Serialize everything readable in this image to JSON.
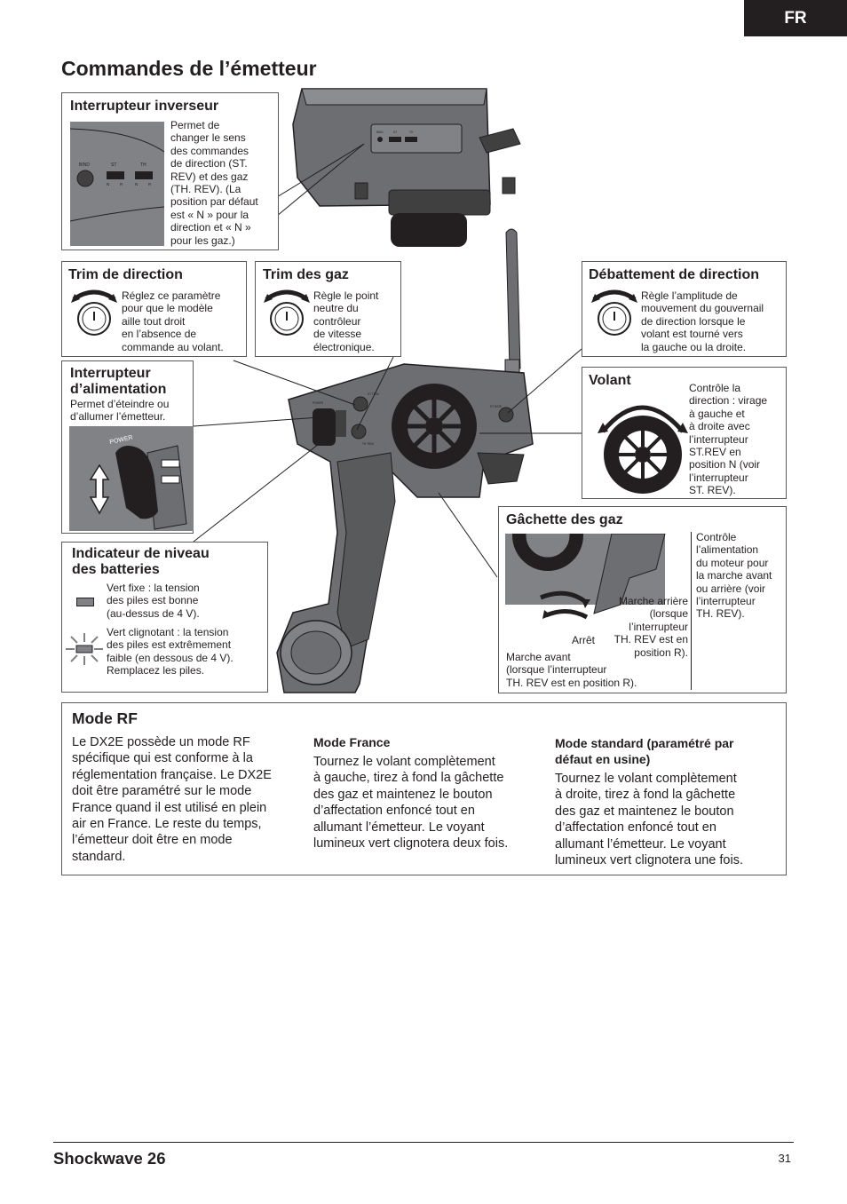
{
  "lang_tab": "FR",
  "page_title": "Commandes de l’émetteur",
  "callouts": {
    "inverseur": {
      "title": "Interrupteur inverseur",
      "text": [
        "Permet de",
        "changer le sens",
        "des commandes",
        "de direction (ST.",
        "REV) et des gaz",
        "(TH. REV). (La",
        "position par défaut",
        "est « N » pour la",
        "direction et « N »",
        "pour les gaz.)"
      ],
      "panel_labels": {
        "bind": "BIND",
        "st": "ST",
        "th": "TH",
        "n1": "N",
        "r1": "R",
        "n2": "N",
        "r2": "R"
      }
    },
    "trim_direction": {
      "title": "Trim de direction",
      "text": [
        "Réglez ce paramètre",
        "pour que le modèle",
        "aille tout droit",
        "en l’absence de",
        "commande au volant."
      ]
    },
    "trim_gaz": {
      "title": "Trim des gaz",
      "text": [
        "Règle le point",
        "neutre du",
        "contrôleur",
        "de vitesse",
        "électronique."
      ]
    },
    "debattement": {
      "title": "Débattement de direction",
      "text": [
        "Règle l’amplitude de",
        "mouvement du gouvernail",
        "de direction lorsque le",
        "volant est tourné vers",
        "la gauche ou la droite."
      ]
    },
    "alimentation": {
      "title_line1": "Interrupteur",
      "title_line2": "d’alimentation",
      "text": [
        "Permet d’éteindre ou",
        "d’allumer l’émetteur."
      ],
      "power_label": "POWER"
    },
    "volant": {
      "title": "Volant",
      "text": [
        "Contrôle la",
        "direction : virage",
        "à gauche et",
        "à droite avec",
        "l’interrupteur",
        "ST.REV en",
        "position N (voir",
        "l’interrupteur",
        "ST. REV)."
      ]
    },
    "batteries": {
      "title_line1": "Indicateur de niveau",
      "title_line2": "des batteries",
      "solid": [
        "Vert fixe : la tension",
        "des piles est bonne",
        "(au-dessus de 4 V)."
      ],
      "blink": [
        "Vert clignotant : la tension",
        "des piles est extrêmement",
        "faible (en dessous de 4 V).",
        "Remplacez les piles."
      ]
    },
    "gachette": {
      "title": "Gâchette des gaz",
      "text": [
        "Contrôle",
        "l’alimentation",
        "du moteur pour",
        "la marche avant",
        "ou arrière (voir",
        "l’interrupteur",
        "TH. REV)."
      ],
      "reverse": [
        "Marche arrière",
        "(lorsque",
        "l’interrupteur",
        "TH. REV est en",
        "position R)."
      ],
      "stop": "Arrêt",
      "forward": [
        "Marche avant",
        "(lorsque l’interrupteur",
        "TH. REV est en position R)."
      ]
    }
  },
  "transmitter_labels": {
    "bind": "BIND",
    "st": "ST",
    "th": "TH",
    "st_trim": "ST TRIM",
    "th_trim": "TH TRIM",
    "st_rate": "ST RATE",
    "power": "POWER"
  },
  "mode_rf": {
    "title": "Mode RF",
    "intro": [
      "Le DX2E possède un mode RF",
      "spécifique qui est conforme à la",
      "réglementation française. Le DX2E",
      "doit être paramétré sur le mode",
      "France quand il est utilisé en plein",
      "air en France. Le reste du temps,",
      "l’émetteur doit être en mode",
      "standard."
    ],
    "france_title": "Mode France",
    "france_text": [
      "Tournez le volant complètement",
      "à gauche, tirez à fond la gâchette",
      "des gaz et maintenez le bouton",
      "d’affectation enfoncé tout en",
      "allumant l’émetteur. Le voyant",
      "lumineux vert clignotera deux fois."
    ],
    "standard_title": [
      "Mode standard (paramétré par",
      "défaut en usine)"
    ],
    "standard_text": [
      "Tournez le volant complètement",
      "à droite, tirez à fond la gâchette",
      "des gaz et maintenez le bouton",
      "d’affectation enfoncé tout en",
      "allumant l’émetteur. Le voyant",
      "lumineux vert clignotera une fois."
    ]
  },
  "footer": {
    "title": "Shockwave 26",
    "page": "31"
  },
  "colors": {
    "body_gray": "#6d6e71",
    "dark_gray": "#404041",
    "ink": "#231f20",
    "border": "#5a5a5a"
  }
}
